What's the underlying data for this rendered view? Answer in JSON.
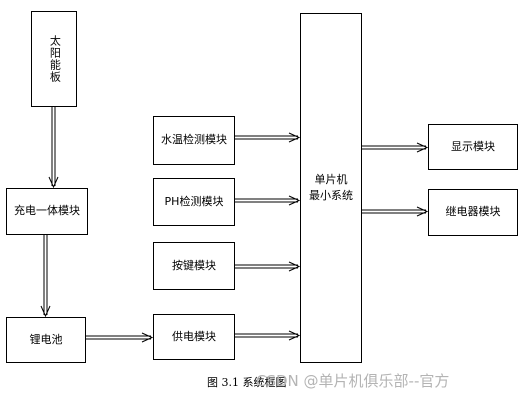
{
  "diagram": {
    "blocks": {
      "solar": "太阳能板",
      "charger": "充电一体模块",
      "battery": "锂电池",
      "water_temp": "水温检测模块",
      "ph": "PH检测模块",
      "keys": "按键模块",
      "power": "供电模块",
      "mcu": "单片机\n最小系统",
      "display": "显示模块",
      "relay": "继电器模块"
    },
    "caption": "图 3.1  系统框图",
    "watermark": "CSDN @单片机俱乐部--官方"
  }
}
